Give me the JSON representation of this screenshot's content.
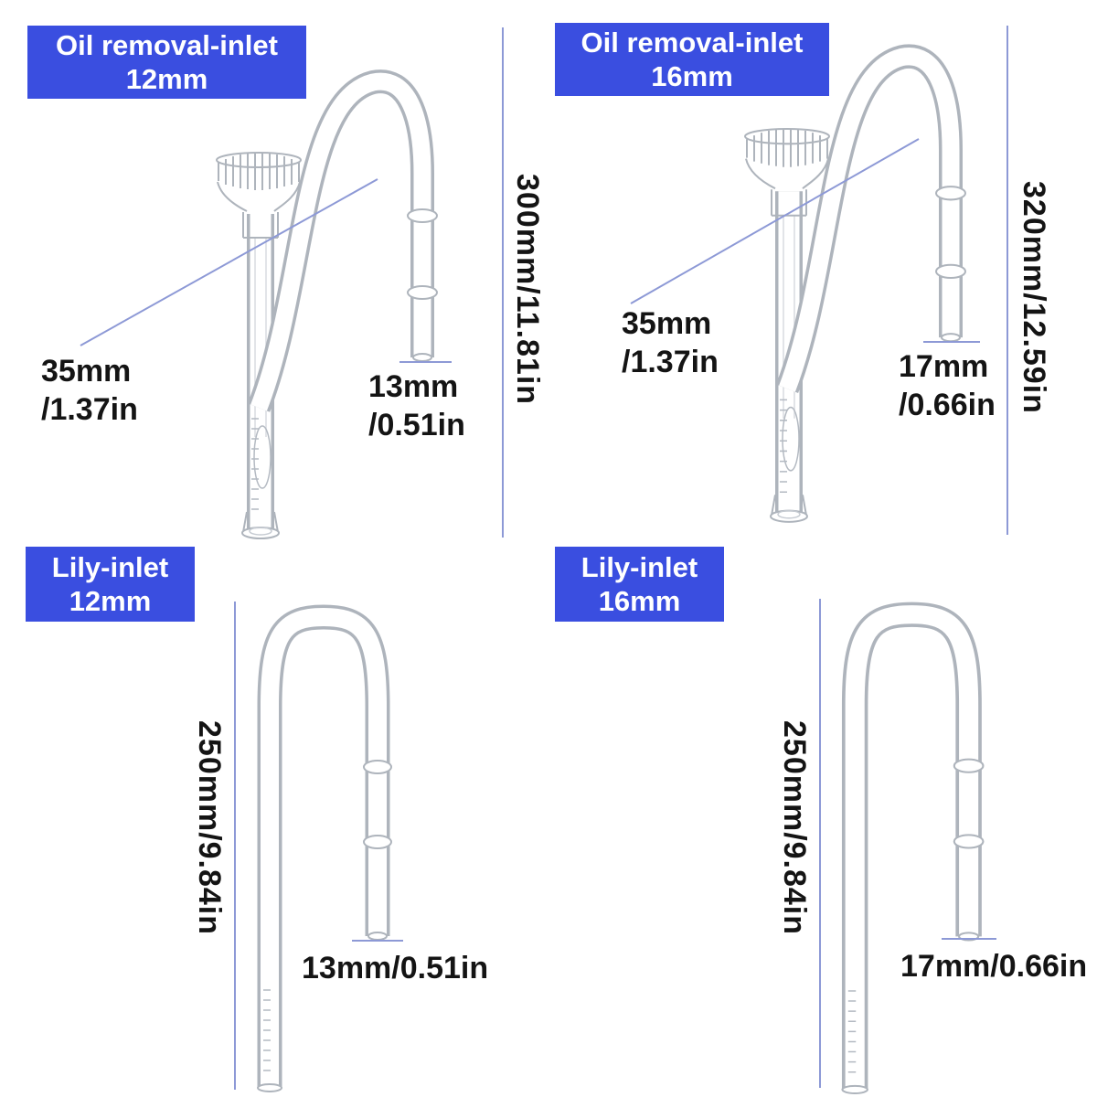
{
  "page": {
    "background": "#ffffff"
  },
  "colors": {
    "label_bg": "#3a4ee0",
    "label_text": "#ffffff",
    "dim_line": "#8d99d6",
    "pipe": "#aeb4bc",
    "text": "#141414"
  },
  "products": {
    "oil12": {
      "title_line1": "Oil removal-inlet",
      "title_line2": "12mm",
      "total_height": "300mm/11.81in",
      "cup_width_line1": "35mm",
      "cup_width_line2": "/1.37in",
      "outlet_line1": "13mm",
      "outlet_line2": "/0.51in"
    },
    "oil16": {
      "title_line1": "Oil removal-inlet",
      "title_line2": "16mm",
      "total_height": "320mm/12.59in",
      "cup_width_line1": "35mm",
      "cup_width_line2": "/1.37in",
      "outlet_line1": "17mm",
      "outlet_line2": "/0.66in"
    },
    "lily12": {
      "title_line1": "Lily-inlet",
      "title_line2": "12mm",
      "total_height": "250mm/9.84in",
      "outlet": "13mm/0.51in"
    },
    "lily16": {
      "title_line1": "Lily-inlet",
      "title_line2": "16mm",
      "total_height": "250mm/9.84in",
      "outlet": "17mm/0.66in"
    }
  }
}
